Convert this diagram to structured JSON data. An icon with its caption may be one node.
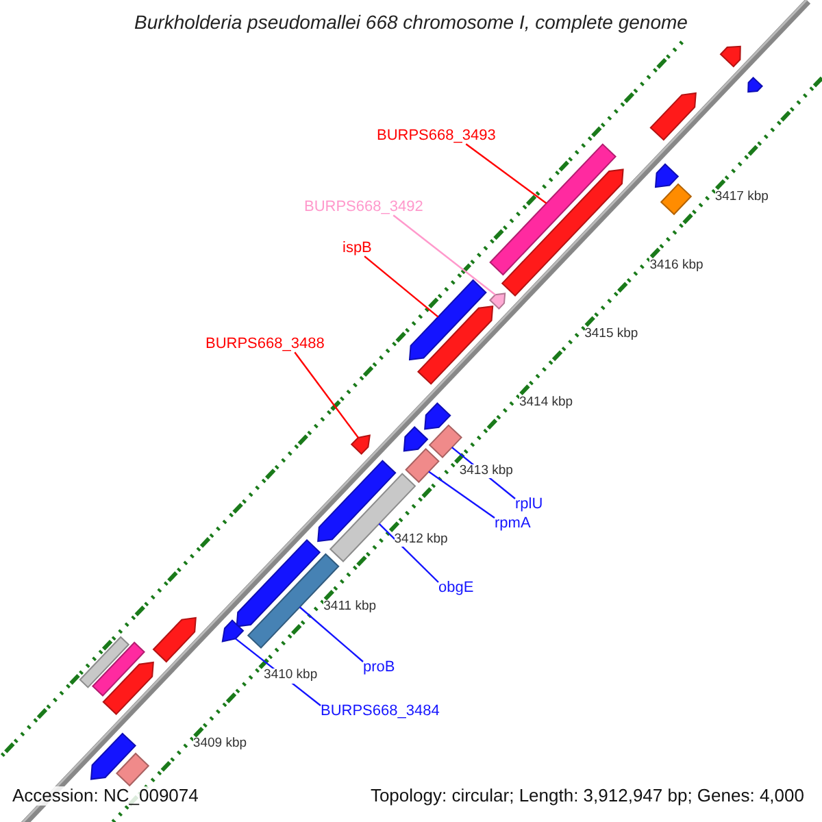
{
  "diagram": {
    "title": "Burkholderia pseudomallei 668 chromosome I, complete genome",
    "nodes": [
      {
        "text": [
          "BURPS668_3493"
        ]
      },
      {
        "text": [
          "BURPS668_3492"
        ]
      },
      {
        "text": [
          "ispB"
        ]
      },
      {
        "text": [
          "BURPS668_3488"
        ]
      },
      {
        "text": [
          "rplU"
        ]
      },
      {
        "text": [
          "rpmA"
        ]
      },
      {
        "text": [
          "obgE"
        ]
      },
      {
        "text": [
          "proB"
        ]
      },
      {
        "text": [
          "BURPS668_3484"
        ]
      },
      {
        "text": [],
        "shape": "arrow"
      },
      {
        "text": [],
        "shape": "arrow"
      },
      {
        "text": [],
        "shape": "arrow"
      },
      {
        "text": [],
        "shape": "arrow"
      },
      {
        "text": [],
        "shape": "bar"
      },
      {
        "text": [],
        "shape": "bar"
      },
      {
        "text": [],
        "shape": "arrow"
      },
      {
        "text": [],
        "shape": "arrow"
      },
      {
        "text": [],
        "shape": "arrow"
      },
      {
        "text": [],
        "shape": "arrow"
      },
      {
        "text": [],
        "shape": "arrow"
      },
      {
        "text": [],
        "shape": "bar"
      },
      {
        "text": [],
        "shape": "arrow"
      },
      {
        "text": [],
        "shape": "arrow"
      },
      {
        "text": [],
        "shape": "bar"
      },
      {
        "text": [],
        "shape": "arrow"
      },
      {
        "text": [],
        "shape": "bar"
      },
      {
        "text": [],
        "shape": "arrow"
      },
      {
        "text": [],
        "shape": "bar"
      },
      {
        "text": [],
        "shape": "arrow"
      },
      {
        "text": [],
        "shape": "arrow"
      },
      {
        "text": [],
        "shape": "bar"
      },
      {
        "text": [],
        "shape": "bar"
      },
      {
        "text": [],
        "shape": "arrow"
      },
      {
        "text": [],
        "shape": "arrow"
      },
      {
        "text": [],
        "shape": "bar"
      }
    ],
    "edges": [
      {
        "from": 0,
        "to": 14,
        "arrow": "none",
        "color": "#ff0000"
      },
      {
        "from": 1,
        "to": 16,
        "arrow": "none",
        "color": "#ff99cc"
      },
      {
        "from": 2,
        "to": 17,
        "arrow": "none",
        "color": "#ff0000"
      },
      {
        "from": 3,
        "to": 21,
        "arrow": "none",
        "color": "#ff0000"
      },
      {
        "from": 4,
        "to": 20,
        "arrow": "none"
      },
      {
        "from": 5,
        "to": 23,
        "arrow": "none"
      },
      {
        "from": 6,
        "to": 25,
        "arrow": "none"
      },
      {
        "from": 7,
        "to": 27,
        "arrow": "none"
      },
      {
        "from": 8,
        "to": 28,
        "arrow": "none"
      }
    ],
    "labels": [
      "3417 kbp",
      "3416 kbp",
      "3415 kbp",
      "3414 kbp",
      "3413 kbp",
      "3412 kbp",
      "3411 kbp",
      "3410 kbp",
      "3409 kbp",
      "Accession: NC_009074",
      "Topology: circular; Length: 3,912,947 bp; Genes: 4,000"
    ]
  }
}
